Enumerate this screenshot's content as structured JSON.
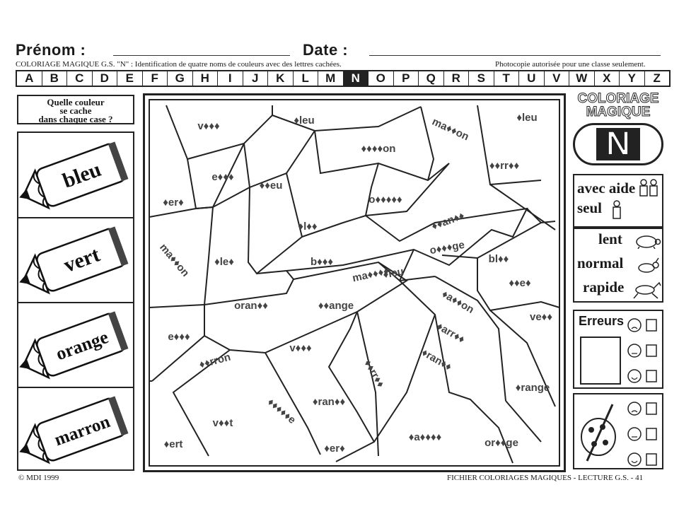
{
  "header": {
    "prenom_label": "Prénom :",
    "date_label": "Date :",
    "subtitle_left": "COLORIAGE MAGIQUE G.S. \"N\" : Identification de quatre noms de couleurs avec des lettres cachées.",
    "subtitle_right": "Photocopie autorisée pour une classe seulement."
  },
  "alphabet": {
    "letters": [
      "A",
      "B",
      "C",
      "D",
      "E",
      "F",
      "G",
      "H",
      "I",
      "J",
      "K",
      "L",
      "M",
      "N",
      "O",
      "P",
      "Q",
      "R",
      "S",
      "T",
      "U",
      "V",
      "W",
      "X",
      "Y",
      "Z"
    ],
    "active": "N"
  },
  "left_panel": {
    "question": [
      "Quelle couleur",
      "se cache",
      "dans chaque case ?"
    ],
    "crayons": [
      "bleu",
      "vert",
      "orange",
      "marron"
    ]
  },
  "map_labels": [
    "v♦♦♦",
    "♦leu",
    "ma♦♦on",
    "♦leu",
    "♦♦♦♦on",
    "e♦♦♦",
    "♦♦eu",
    "♦♦rr♦♦",
    "♦er♦",
    "o♦♦♦♦♦",
    "♦l♦♦",
    "♦♦an♦♦",
    "ma♦♦on",
    "♦le♦",
    "b♦♦♦",
    "o♦♦♦ge",
    "bl♦♦",
    "ma♦♦♦♦",
    "♦leu",
    "♦♦e♦",
    "oran♦♦",
    "♦♦ange",
    "♦a♦♦on",
    "ve♦♦",
    "e♦♦♦",
    "♦arr♦♦",
    "♦♦rron",
    "v♦♦♦",
    "♦ran♦♦",
    "♦♦rr♦♦",
    "♦range",
    "♦♦♦♦♦e",
    "♦ran♦♦",
    "v♦♦t",
    "♦ert",
    "♦er♦",
    "♦a♦♦♦♦",
    "or♦♦ge"
  ],
  "right_panel": {
    "title_line1": "COLORIAGE",
    "title_line2": "MAGIQUE",
    "letter": "N",
    "aide_options": [
      "avec aide",
      "seul"
    ],
    "speeds": [
      "lent",
      "normal",
      "rapide"
    ],
    "errors_label": "Erreurs"
  },
  "footer": {
    "left": "© MDI 1999",
    "right": "FICHIER COLORIAGES MAGIQUES - LECTURE G.S.  -  41"
  }
}
